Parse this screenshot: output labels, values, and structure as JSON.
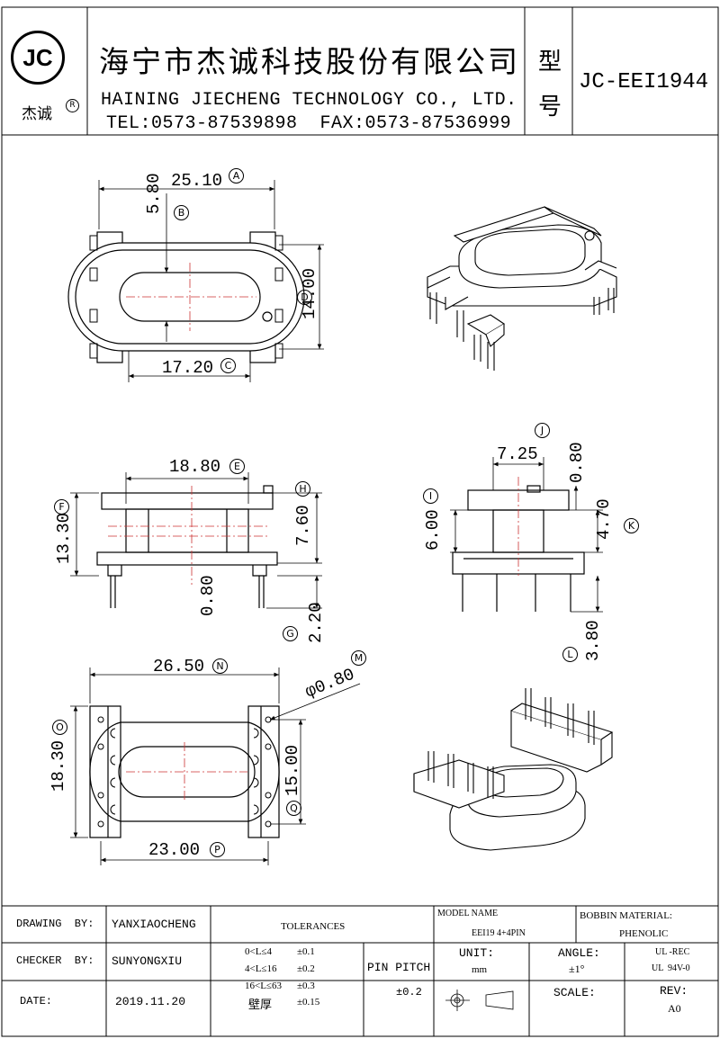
{
  "header": {
    "logo": "JC",
    "logo_sub": "杰诚",
    "reg": "R",
    "company_cn": "海宁市杰诚科技股份有限公司",
    "company_en": "HAINING JIECHENG TECHNOLOGY CO., LTD.",
    "contact": "TEL:0573-87539898  FAX:0573-87536999",
    "type_label_1": "型",
    "type_label_2": "号",
    "model": "JC-EEI1944"
  },
  "dims": {
    "A": "25.10",
    "B": "5.80",
    "C": "17.20",
    "D": "14.00",
    "E": "18.80",
    "F": "13.30",
    "H": "7.60",
    "G_a": "0.80",
    "G_b": "2.20",
    "J_a": "7.25",
    "J_b": "0.80",
    "I": "6.00",
    "K": "4.70",
    "L": "3.80",
    "N": "26.50",
    "M": "φ0.80",
    "O": "18.30",
    "Q": "15.00",
    "P": "23.00"
  },
  "refs": {
    "A": "A",
    "B": "B",
    "C": "C",
    "D": "D",
    "E": "E",
    "F": "F",
    "G": "G",
    "H": "H",
    "I": "I",
    "J": "J",
    "K": "K",
    "L": "L",
    "M": "M",
    "N": "N",
    "O": "O",
    "P": "P",
    "Q": "Q"
  },
  "title_block": {
    "drawing_by_label": "DRAWING  BY:",
    "drawing_by": "YANXIAOCHENG",
    "checker_by_label": "CHECKER  BY:",
    "checker_by": "SUNYONGXIU",
    "date_label": "DATE:",
    "date": "2019.11.20",
    "tolerances_label": "TOLERANCES",
    "tol1_range": "0<L≤4",
    "tol1_val": "±0.1",
    "tol2_range": "4<L≤16",
    "tol2_val": "±0.2",
    "tol3_range": "16<L≤63",
    "tol3_val": "±0.3",
    "tol4_range": "壁厚",
    "tol4_val": "±0.15",
    "pin_pitch_label": "PIN PITCH",
    "pin_pitch": "±0.2",
    "model_name_label": "MODEL NAME",
    "model_name": "EEI19 4+4PIN",
    "bobbin_material_label": "BOBBIN MATERIAL:",
    "bobbin_material": "PHENOLIC",
    "unit_label": "UNIT:",
    "unit": "mm",
    "angle_label": "ANGLE:",
    "angle": "±1°",
    "ul_rec": "UL -REC",
    "ul_94": "UL  94V-0",
    "scale_label": "SCALE:",
    "rev_label": "REV:",
    "rev": "A0"
  }
}
